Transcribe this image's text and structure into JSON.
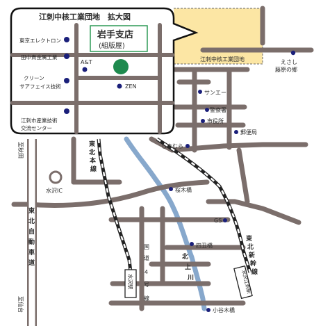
{
  "inset": {
    "title": "江刺中核工業団地　拡大図",
    "branch_name": "岩手支店",
    "branch_sub": "(組版屋)",
    "labels": {
      "tohoku_electron": "東京エレクトロン",
      "tanaka": "田中貴金属工業",
      "clean_1": "クリーン",
      "clean_2": "サアフェイス技術",
      "at": "A&T",
      "zen": "ZEN",
      "center_1": "江刺市産業技術",
      "center_2": "交流センター"
    }
  },
  "map": {
    "industrial_park": "江刺中核工業団地",
    "esashi_1": "えさし",
    "esashi_2": "藤原の郷",
    "sunae": "サンエー",
    "police": "警察署",
    "city_hall": "市役所",
    "post_office": "郵便局",
    "shimamura": "しまむら",
    "sakuragi_bridge": "桜木橋",
    "gs": "GS",
    "shihachi_bridge": "四丑橋",
    "kotagi_bridge": "小谷木橋",
    "mizusawa_ic": "水沢IC",
    "to_akita": "至秋田",
    "to_sendai": "至仙台",
    "tohoku_line": [
      "東",
      "北",
      "本",
      "線"
    ],
    "shinkansen": [
      "東",
      "北",
      "新",
      "幹",
      "線"
    ],
    "expressway": [
      "東",
      "北",
      "自",
      "動",
      "車",
      "道"
    ],
    "route4": [
      "国",
      "道",
      "4",
      "号",
      "線"
    ],
    "kitakami": [
      "北",
      "上",
      "川"
    ],
    "mizusawa_station": "水沢駅",
    "mizusawa_esashi_station": "水沢江刺駅"
  },
  "colors": {
    "road": "#7b6e6b",
    "river": "#87a8cc",
    "park": "#fce6a4",
    "pin": "#1a1f7a",
    "branch_pin": "#1e8a4e",
    "branch_text": "#2d9a57"
  }
}
